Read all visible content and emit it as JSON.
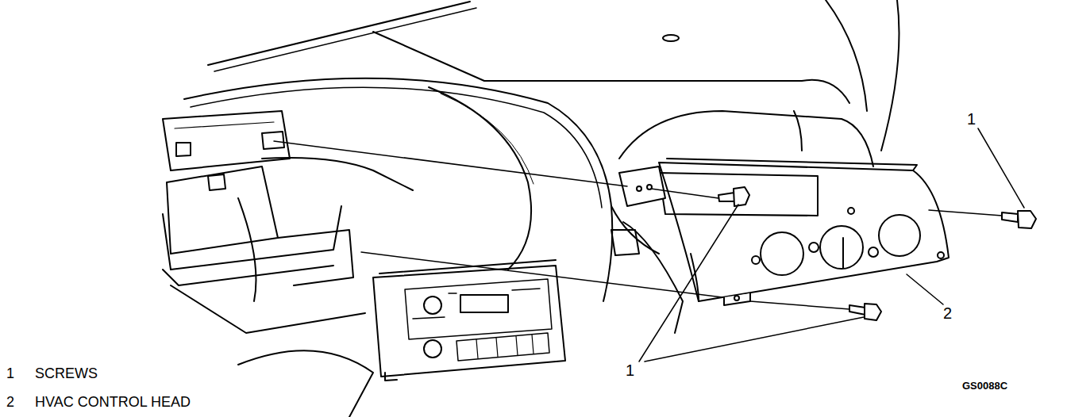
{
  "diagram": {
    "labels": [
      "1",
      "2",
      "1",
      "1",
      "SCREWS",
      "2",
      "HVAC CONTROL HEAD",
      "GS0088C"
    ]
  }
}
